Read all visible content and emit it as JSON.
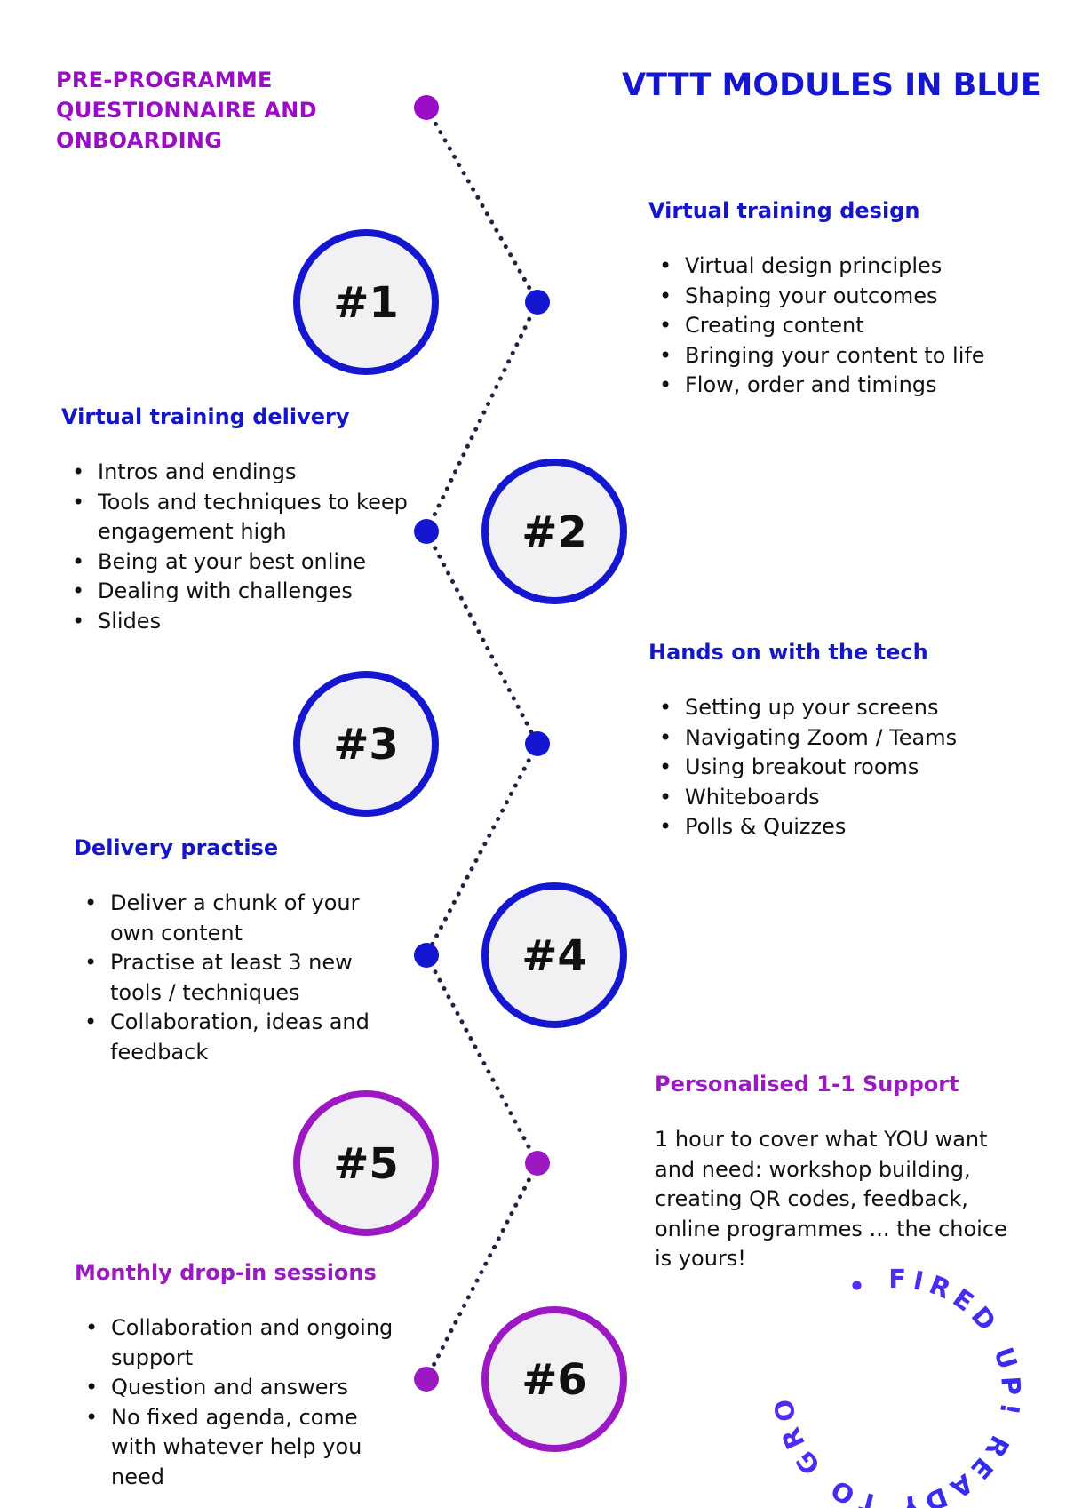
{
  "header": {
    "pre_programme": "PRE-PROGRAMME QUESTIONNAIRE AND ONBOARDING",
    "title": "VTTT MODULES IN BLUE"
  },
  "colors": {
    "blue": "#1416d0",
    "purple": "#9b18c2",
    "circle_fill": "#f1f1f3",
    "dot_line": "#222244"
  },
  "milestones": [
    {
      "label": "#1",
      "color": "blue"
    },
    {
      "label": "#2",
      "color": "blue"
    },
    {
      "label": "#3",
      "color": "blue"
    },
    {
      "label": "#4",
      "color": "blue"
    },
    {
      "label": "#5",
      "color": "purple"
    },
    {
      "label": "#6",
      "color": "purple"
    }
  ],
  "modules": {
    "design": {
      "title": "Virtual training design",
      "items": [
        "Virtual design principles",
        "Shaping your outcomes",
        "Creating content",
        "Bringing your content to life",
        "Flow, order and timings"
      ]
    },
    "delivery": {
      "title": "Virtual training delivery",
      "items": [
        "Intros and endings",
        "Tools and techniques to keep engagement high",
        "Being at your best online",
        "Dealing with challenges",
        "Slides"
      ]
    },
    "tech": {
      "title": "Hands on with the tech",
      "items": [
        "Setting up your screens",
        "Navigating Zoom / Teams",
        "Using breakout rooms",
        "Whiteboards",
        "Polls & Quizzes"
      ]
    },
    "practise": {
      "title": "Delivery practise",
      "items": [
        "Deliver a chunk of your own content",
        "Practise at least 3 new tools / techniques",
        "Collaboration, ideas and feedback"
      ]
    },
    "support": {
      "title": "Personalised 1-1 Support",
      "text": "1 hour to cover what YOU want and need: workshop building, creating QR codes, feedback, online programmes ... the choice is yours!"
    },
    "dropin": {
      "title": "Monthly drop-in sessions",
      "items": [
        "Collaboration and ongoing support",
        "Question and answers",
        "No fixed agenda, come with whatever help you need"
      ]
    }
  },
  "badge": {
    "text": "FIRED UP! READY TO GROW",
    "separator": "•",
    "colors": [
      "#ff1fd0",
      "#b12af0",
      "#2b2cf0"
    ]
  }
}
